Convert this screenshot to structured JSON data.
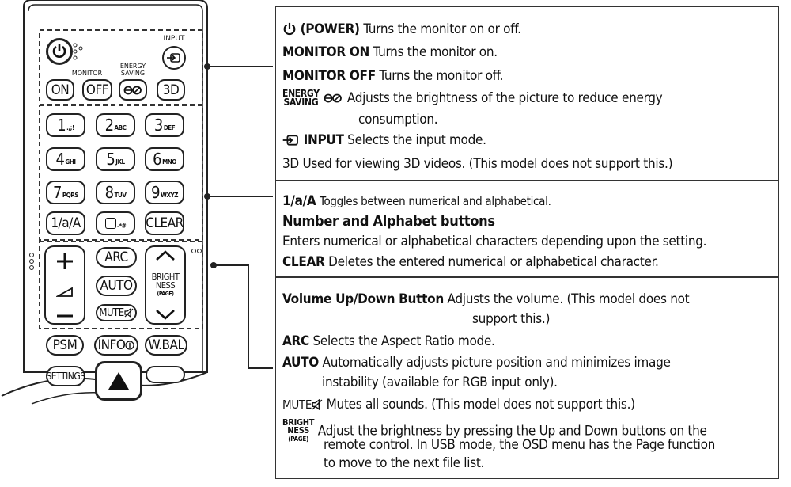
{
  "remote": {
    "input_label": "INPUT",
    "energy_saving_line1": "ENERGY",
    "energy_saving_line2": "SAVING",
    "monitor_label": "MONITOR",
    "on": "ON",
    "off": "OFF",
    "three_d": "3D",
    "keys": [
      {
        "n": "1",
        "s": ".,;!"
      },
      {
        "n": "2",
        "s": "ABC"
      },
      {
        "n": "3",
        "s": "DEF"
      },
      {
        "n": "4",
        "s": "GHI"
      },
      {
        "n": "5",
        "s": "JKL"
      },
      {
        "n": "6",
        "s": "MNO"
      },
      {
        "n": "7",
        "s": "PQRS"
      },
      {
        "n": "8",
        "s": "TUV"
      },
      {
        "n": "9",
        "s": "WXYZ"
      }
    ],
    "toggle": "1/a/A",
    "zero_sub": "-*#",
    "clear": "CLEAR",
    "arc": "ARC",
    "auto": "AUTO",
    "mute": "MUTE",
    "bright1": "BRIGHT",
    "bright2": "NESS",
    "bright3": "(PAGE)",
    "psm": "PSM",
    "info": "INFO",
    "wbal": "W.BAL",
    "settings": "SETTINGS"
  },
  "descriptions": {
    "power_title": "(POWER)",
    "power_text": "Turns the monitor on or off.",
    "monitor_on_title": "MONITOR ON",
    "monitor_on_text": "Turns the monitor on.",
    "monitor_off_title": "MONITOR OFF",
    "monitor_off_text": "Turns the monitor off.",
    "energy_line1": "ENERGY",
    "energy_line2": "SAVING",
    "energy_text1": "Adjusts the brightness of the picture to reduce energy",
    "energy_text2": "consumption.",
    "input_title": "INPUT",
    "input_text": "Selects the input mode.",
    "three_d_title": "3D",
    "three_d_text": "Used for viewing 3D videos. (This model does not support this.)",
    "toggle_title": "1/a/A",
    "toggle_text": "Toggles between numerical and alphabetical.",
    "numalpha_title": "Number and Alphabet buttons",
    "numalpha_text": "Enters numerical or alphabetical characters depending upon the setting.",
    "clear_title": "CLEAR",
    "clear_text": "Deletes the entered numerical or alphabetical character.",
    "volume_title": "Volume Up/Down Button",
    "volume_text1": "Adjusts the volume. (This model does not",
    "volume_text2": "support this.)",
    "arc_title": "ARC",
    "arc_text": "Selects the Aspect Ratio mode.",
    "auto_title": "AUTO",
    "auto_text1": "Automatically adjusts picture position and minimizes image",
    "auto_text2": "instability (available for RGB input only).",
    "mute_title": "MUTE",
    "mute_text": "Mutes all sounds. (This model does not support this.)",
    "bright_line1": "BRIGHT",
    "bright_line2": "NESS",
    "bright_line3": "(PAGE)",
    "bright_text1": "Adjust the brightness by pressing the Up and Down buttons on the",
    "bright_text2": "remote control. In USB mode, the OSD menu has the Page function",
    "bright_text3": "to move to the next file list."
  }
}
